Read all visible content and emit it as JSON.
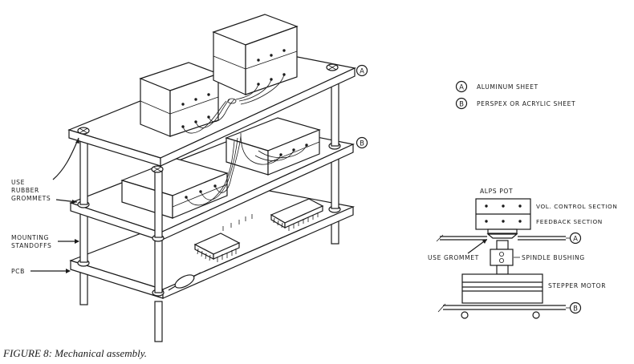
{
  "caption": "FIGURE 8: Mechanical assembly.",
  "legend": {
    "a": {
      "letter": "A",
      "text": "ALUMINUM SHEET"
    },
    "b": {
      "letter": "B",
      "text": "PERSPEX OR ACRYLIC SHEET"
    }
  },
  "left_labels": {
    "grommets_line1": "USE",
    "grommets_line2": "RUBBER",
    "grommets_line3": "GROMMETS",
    "standoffs_line1": "MOUNTING",
    "standoffs_line2": "STANDOFFS",
    "pcb": "PCB"
  },
  "detail": {
    "alps_pot": "ALPS POT",
    "vol_section": "VOL. CONTROL SECTION",
    "feedback_section": "FEEDBACK SECTION",
    "use_grommet": "USE GROMMET",
    "spindle_bushing": "SPINDLE BUSHING",
    "stepper_motor": "STEPPER MOTOR",
    "marker_a": "A",
    "marker_b": "B"
  },
  "assembly_markers": {
    "a": "A",
    "b": "B"
  }
}
